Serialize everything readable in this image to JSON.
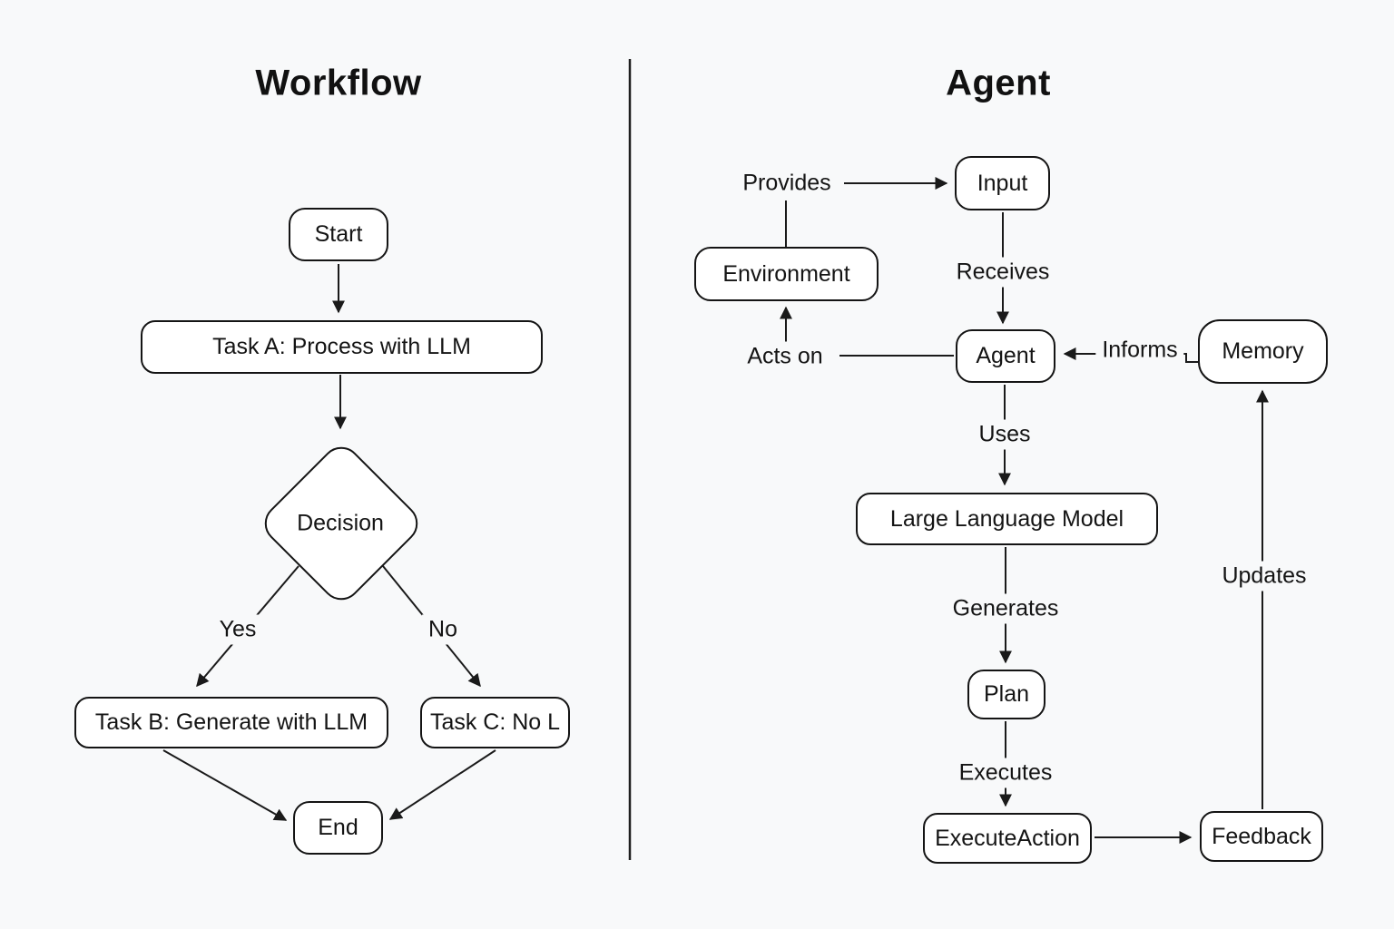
{
  "page": {
    "background": "#f8f9fa",
    "box_fill": "#ffffff",
    "line_color": "#1a1a1a"
  },
  "panels": {
    "workflow": {
      "title": "Workflow",
      "nodes": {
        "start": "Start",
        "task_a": "Task A: Process with LLM",
        "decision": "Decision",
        "task_b": "Task B: Generate with LLM",
        "task_c": "Task C: No L",
        "end": "End"
      },
      "edge_labels": {
        "yes": "Yes",
        "no": "No"
      }
    },
    "agent": {
      "title": "Agent",
      "nodes": {
        "input": "Input",
        "environment": "Environment",
        "agent": "Agent",
        "memory": "Memory",
        "llm": "Large Language Model",
        "plan": "Plan",
        "execute_action": "ExecuteAction",
        "feedback": "Feedback"
      },
      "edge_labels": {
        "provides": "Provides",
        "receives": "Receives",
        "acts_on": "Acts on",
        "informs": "Informs",
        "uses": "Uses",
        "generates": "Generates",
        "executes": "Executes",
        "updates": "Updates"
      }
    }
  }
}
